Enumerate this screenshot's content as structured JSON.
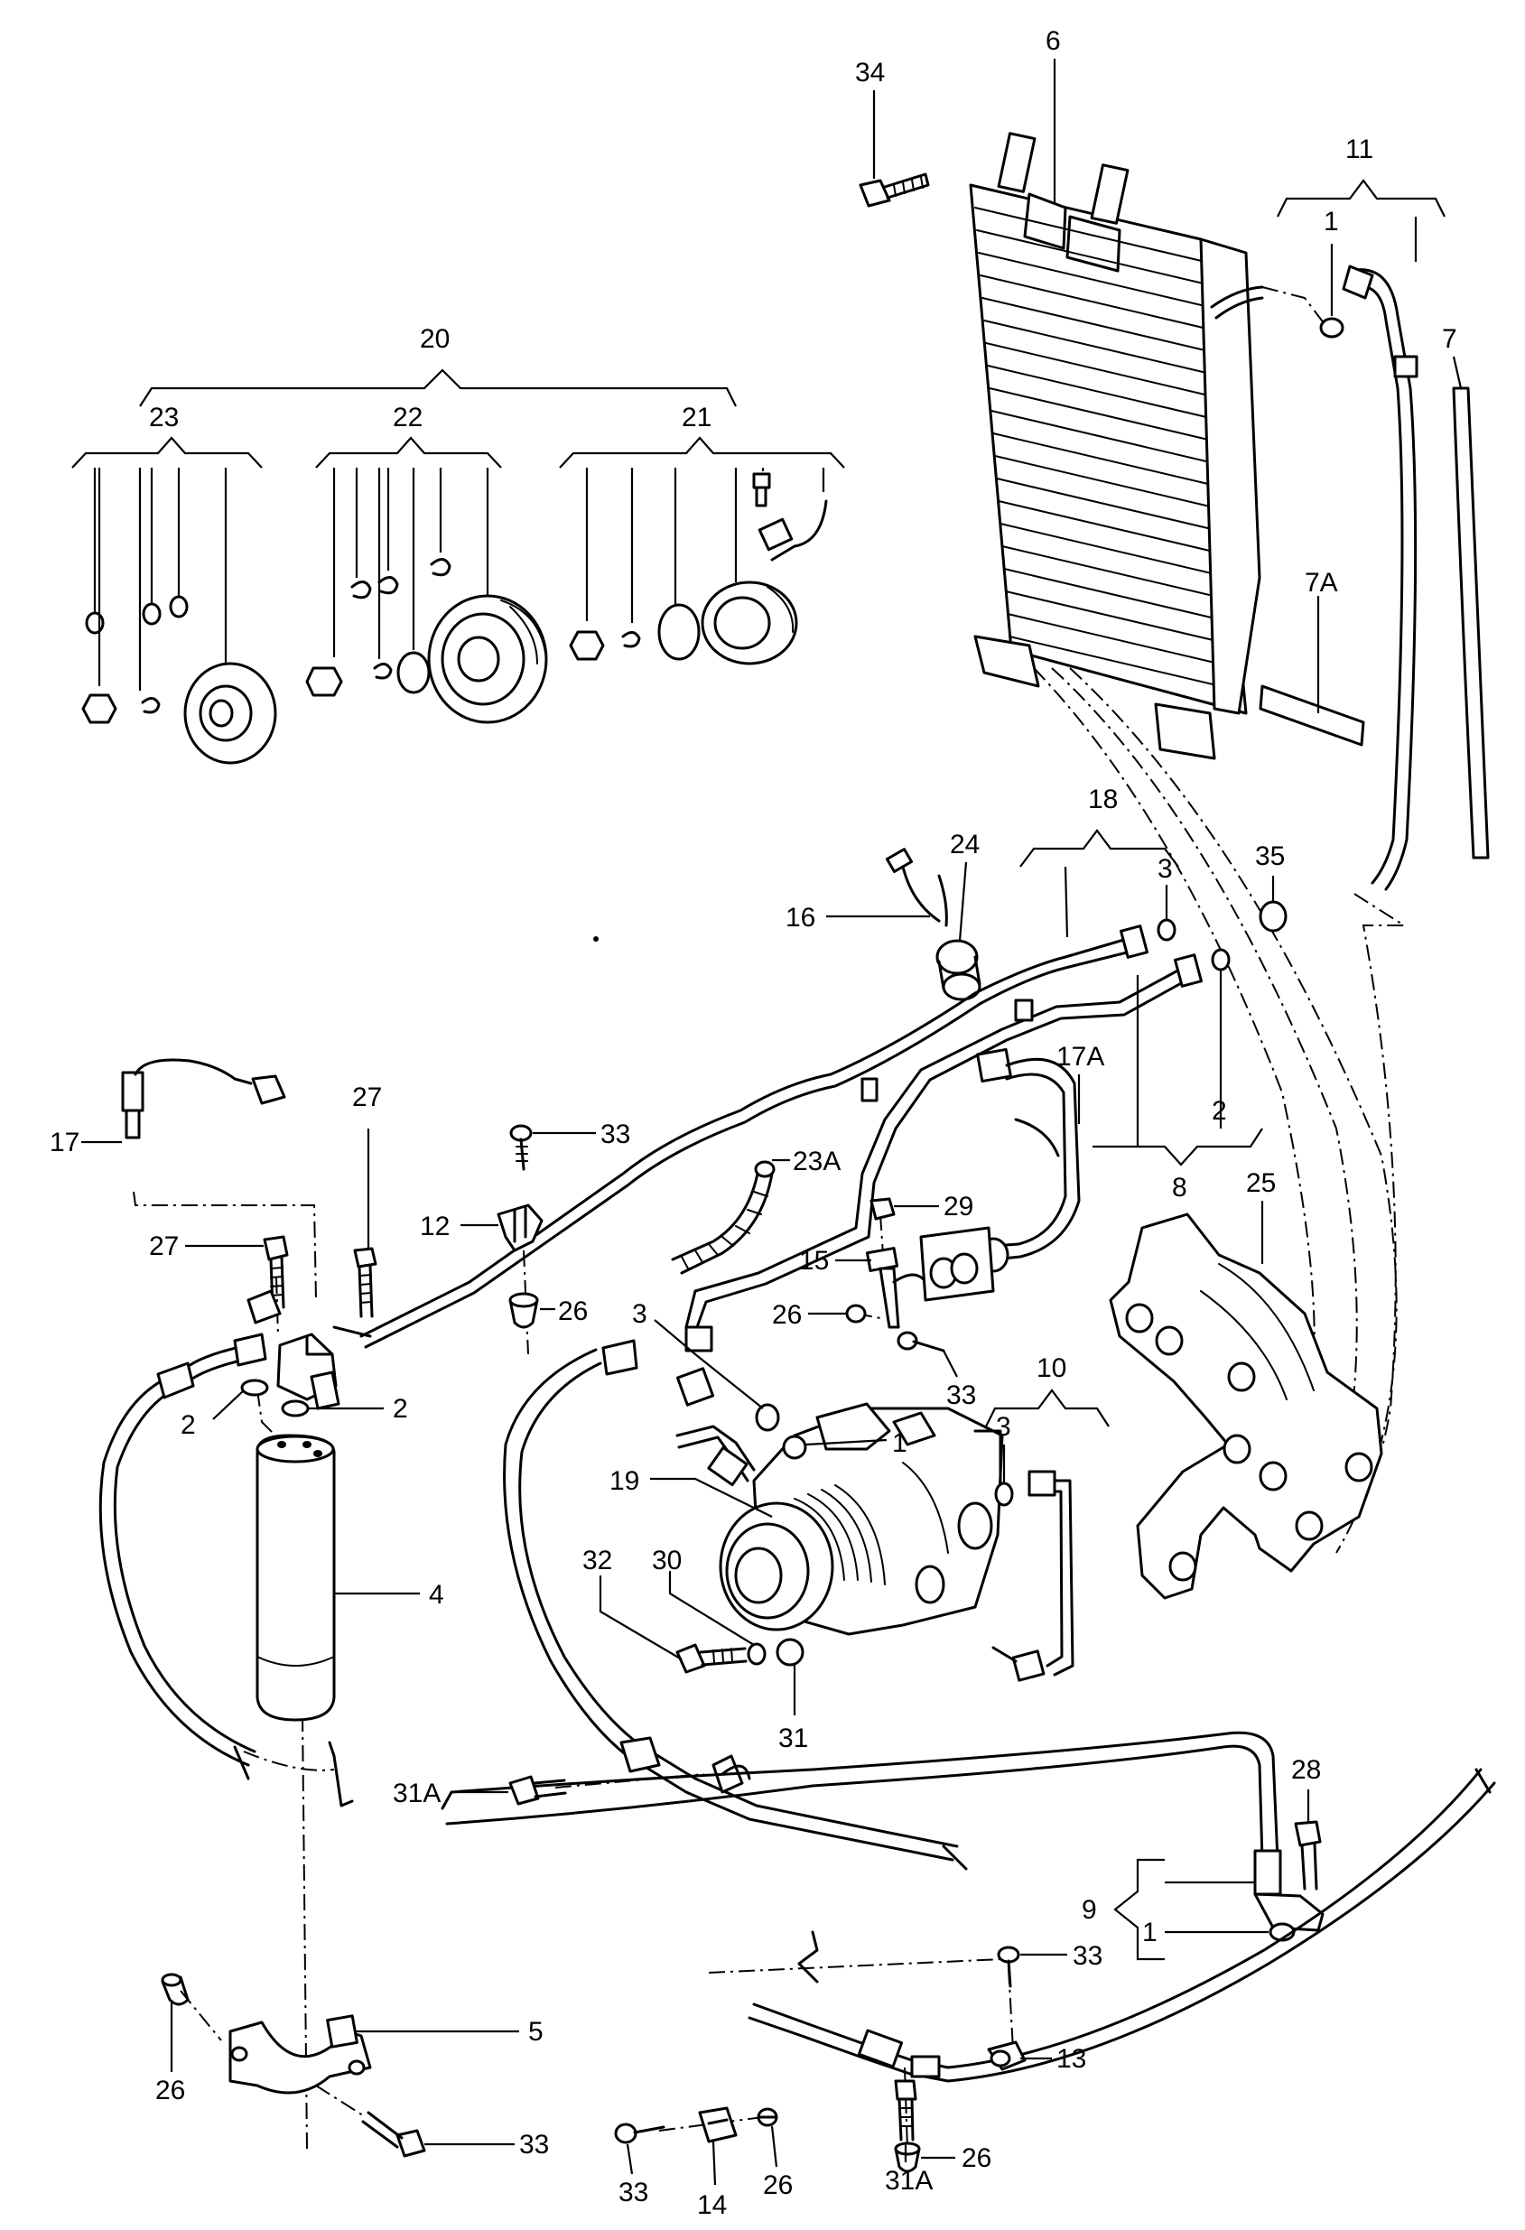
{
  "labels": {
    "l34": "34",
    "l6": "6",
    "l11": "11",
    "l1a": "1",
    "l7": "7",
    "l7A": "7A",
    "l20": "20",
    "l23": "23",
    "l22": "22",
    "l21": "21",
    "l18": "18",
    "l24": "24",
    "l3a": "3",
    "l35": "35",
    "l16": "16",
    "l17A": "17A",
    "l2a": "2",
    "l8": "8",
    "l27a": "27",
    "l17": "17",
    "l33a": "33",
    "l23A": "23A",
    "l12": "12",
    "l27b": "27",
    "l26a": "26",
    "l29": "29",
    "l15": "15",
    "l25": "25",
    "l26b": "26",
    "l33b": "33",
    "l10": "10",
    "l3b": "3",
    "l3c": "3",
    "l1b": "1",
    "l19": "19",
    "l2b": "2",
    "l2c": "2",
    "l4": "4",
    "l32": "32",
    "l30": "30",
    "l31": "31",
    "l28": "28",
    "l31Aa": "31A",
    "l9": "9",
    "l1c": "1",
    "l33c": "33",
    "l5": "5",
    "l13": "13",
    "l26c": "26",
    "l33d": "33",
    "l26d": "26",
    "l26e": "26",
    "l31Ab": "31A",
    "l33e": "33",
    "l14": "14"
  }
}
